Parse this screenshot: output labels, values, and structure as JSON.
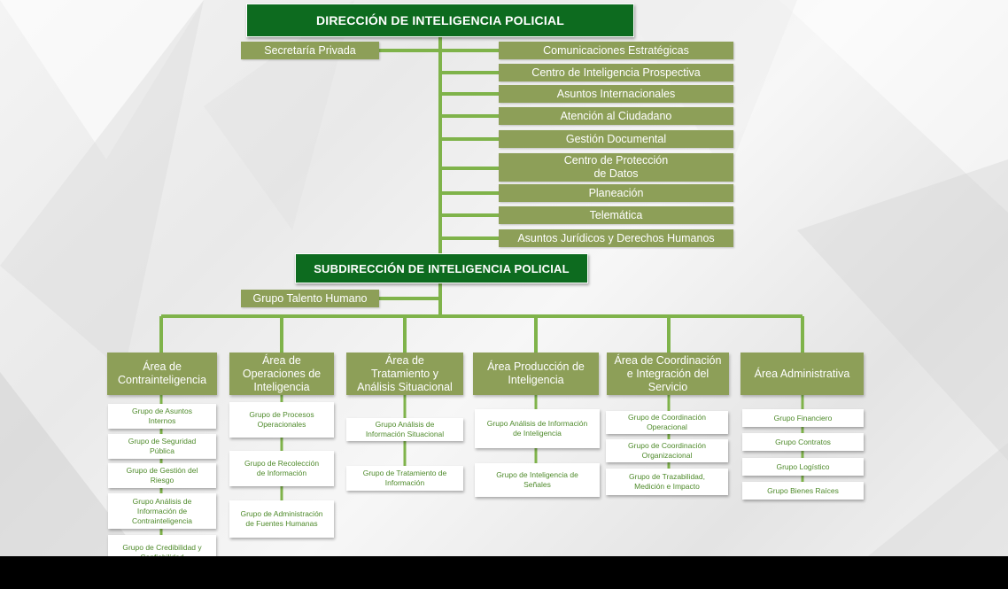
{
  "director": {
    "title": "DIRECCIÓN DE INTELIGENCIA POLICIAL"
  },
  "secretaria": "Secretaría Privada",
  "staff_units": [
    "Comunicaciones Estratégicas",
    "Centro de Inteligencia Prospectiva",
    "Asuntos Internacionales",
    "Atención al Ciudadano",
    "Gestión Documental",
    "Centro de Protección\nde Datos",
    "Planeación",
    "Telemática",
    "Asuntos Jurídicos y Derechos Humanos"
  ],
  "subdirector": {
    "title": "SUBDIRECCIÓN DE INTELIGENCIA POLICIAL"
  },
  "talento": "Grupo Talento Humano",
  "areas": [
    {
      "label": "Área de\nContrainteligencia",
      "groups": [
        "Grupo de Asuntos\nInternos",
        "Grupo de Seguridad\nPública",
        "Grupo de Gestión del\nRiesgo",
        "Grupo Análisis de\nInformación de\nContrainteligencia",
        "Grupo de Credibilidad y\nConfiabilidad"
      ]
    },
    {
      "label": "Área de\nOperaciones de\nInteligencia",
      "groups": [
        "Grupo de Procesos\nOperacionales",
        "Grupo de Recolección\nde Información",
        "Grupo de Administración\nde Fuentes Humanas"
      ]
    },
    {
      "label": "Área de\nTratamiento y\nAnálisis Situacional",
      "groups": [
        "Grupo  Análisis de\nInformación Situacional",
        "Grupo de Tratamiento de\nInformación"
      ]
    },
    {
      "label": "Área Producción de\nInteligencia",
      "groups": [
        "Grupo Análisis de Información\nde Inteligencia",
        "Grupo de Inteligencia de\nSeñales"
      ]
    },
    {
      "label": "Área de Coordinación\ne Integración del\nServicio",
      "groups": [
        "Grupo de Coordinación\nOperacional",
        "Grupo de Coordinación\nOrganizacional",
        "Grupo de Trazabilidad,\nMedición  e Impacto"
      ]
    },
    {
      "label": "Área Administrativa",
      "groups": [
        "Grupo Financiero",
        "Grupo Contratos",
        "Grupo Logístico",
        "Grupo Bienes Raíces"
      ]
    }
  ],
  "colors": {
    "dark_green": "#0d6b1f",
    "olive": "#8d9f58",
    "line_green": "#7fb34a",
    "group_text": "#4e8a2a"
  }
}
